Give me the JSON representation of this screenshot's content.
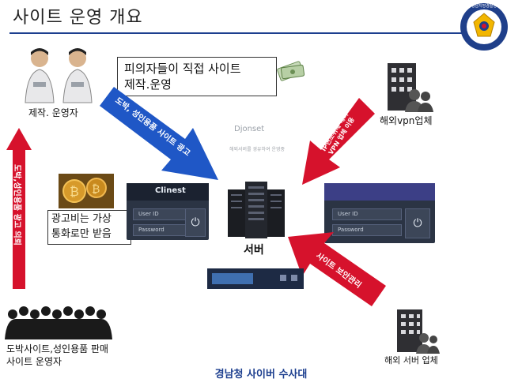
{
  "header": {
    "title": "사이트 운영 개요"
  },
  "badge": {
    "text": "경남지방경찰청"
  },
  "speech": {
    "line1": "피의자들이 직접 사이트",
    "line2": "제작.운영"
  },
  "operators": {
    "label": "제작. 운영자"
  },
  "overseas_vpn": {
    "label": "해외vpn업체"
  },
  "overseas_server": {
    "label": "해외 서버 업체"
  },
  "server": {
    "label": "서버"
  },
  "crypto_note": {
    "line1": "광고비는 가상",
    "line2": "통화로만 받음"
  },
  "sellers": {
    "line1": "도박사이트,성인용품 판매",
    "line2": "사이트  운영자"
  },
  "footer": {
    "text": "경남청 사이버 수사대"
  },
  "arrows": {
    "ad": "도박, 성인용품 사이트 광고",
    "vpn_line1": "IP변조위해 해외",
    "vpn_line2": "VPN 업체 이용",
    "security": "사이트 보안관리",
    "red_vertical": "도박,성인용품 광고 의뢰"
  },
  "login_left": {
    "user": "User ID",
    "pass": "Password",
    "brand": "Clinest"
  },
  "login_right": {
    "user": "User ID",
    "pass": "Password"
  },
  "site_caption": {
    "title": "Djonset",
    "subtitle": "해외서버를 경유하여 운영중"
  },
  "colors": {
    "blue_arrow": "#1f57c6",
    "red_arrow": "#d6122c",
    "title_rule": "#1d3f8f",
    "panel": "#2b3444"
  }
}
